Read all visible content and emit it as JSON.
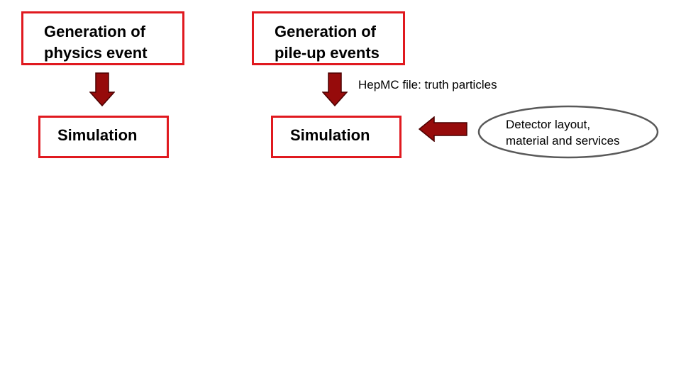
{
  "colors": {
    "box_border": "#e0191f",
    "arrow_fill": "#960b0b",
    "arrow_stroke": "#4a0000",
    "ellipse_stroke": "#595959"
  },
  "nodes": {
    "gen_physics": "Generation of\nphysics event",
    "gen_pileup": "Generation of\npile-up events",
    "sim_left": "Simulation",
    "sim_right": "Simulation",
    "detector": "Detector layout,\nmaterial and services"
  },
  "edges": {
    "hepmc_label": "HepMC file: truth particles"
  }
}
